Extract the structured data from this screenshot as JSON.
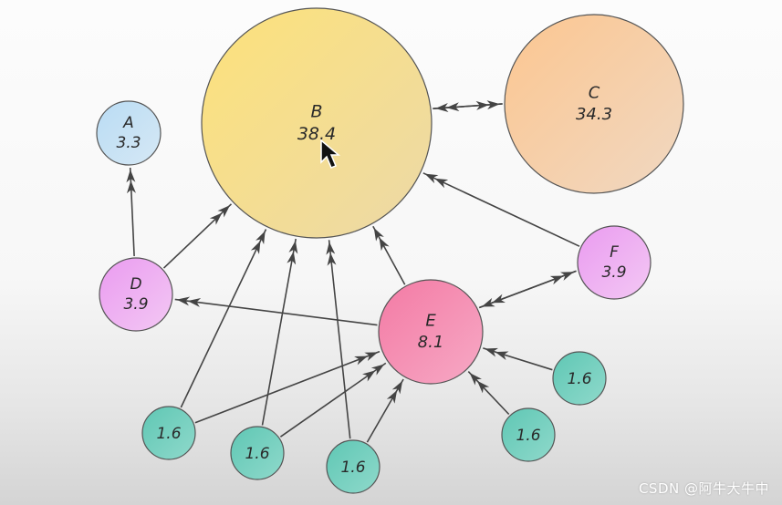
{
  "nodes": [
    {
      "id": "B",
      "name": "B",
      "value": "38.4",
      "color_a": "#fde27a",
      "color_b": "#ecd9a8"
    },
    {
      "id": "C",
      "name": "C",
      "value": "34.3",
      "color_a": "#fcc690",
      "color_b": "#f0d8c2"
    },
    {
      "id": "A",
      "name": "A",
      "value": "3.3",
      "color_a": "#b9dcf4",
      "color_b": "#d6e8f5"
    },
    {
      "id": "D",
      "name": "D",
      "value": "3.9",
      "color_a": "#ea9bf0",
      "color_b": "#f3c8f4"
    },
    {
      "id": "E",
      "name": "E",
      "value": "8.1",
      "color_a": "#f47aa4",
      "color_b": "#f6a9c5"
    },
    {
      "id": "F",
      "name": "F",
      "value": "3.9",
      "color_a": "#ea9bf0",
      "color_b": "#f3c8f4"
    },
    {
      "id": "g1",
      "name": "",
      "value": "1.6",
      "color_a": "#5fc7b4",
      "color_b": "#8fd9cb"
    },
    {
      "id": "g2",
      "name": "",
      "value": "1.6",
      "color_a": "#5fc7b4",
      "color_b": "#8fd9cb"
    },
    {
      "id": "g3",
      "name": "",
      "value": "1.6",
      "color_a": "#5fc7b4",
      "color_b": "#8fd9cb"
    },
    {
      "id": "g4",
      "name": "",
      "value": "1.6",
      "color_a": "#5fc7b4",
      "color_b": "#8fd9cb"
    },
    {
      "id": "g5",
      "name": "",
      "value": "1.6",
      "color_a": "#5fc7b4",
      "color_b": "#8fd9cb"
    }
  ],
  "edges": [
    {
      "from": "B",
      "to": "C"
    },
    {
      "from": "C",
      "to": "B"
    },
    {
      "from": "D",
      "to": "A"
    },
    {
      "from": "D",
      "to": "B"
    },
    {
      "from": "E",
      "to": "B"
    },
    {
      "from": "E",
      "to": "D"
    },
    {
      "from": "E",
      "to": "F"
    },
    {
      "from": "F",
      "to": "E"
    },
    {
      "from": "F",
      "to": "B"
    },
    {
      "from": "g1",
      "to": "B"
    },
    {
      "from": "g1",
      "to": "E"
    },
    {
      "from": "g2",
      "to": "B"
    },
    {
      "from": "g2",
      "to": "E"
    },
    {
      "from": "g3",
      "to": "B"
    },
    {
      "from": "g3",
      "to": "E"
    },
    {
      "from": "g4",
      "to": "E"
    },
    {
      "from": "g5",
      "to": "E"
    }
  ],
  "watermark": "CSDN @阿牛大牛中",
  "edge_color": "#444444"
}
